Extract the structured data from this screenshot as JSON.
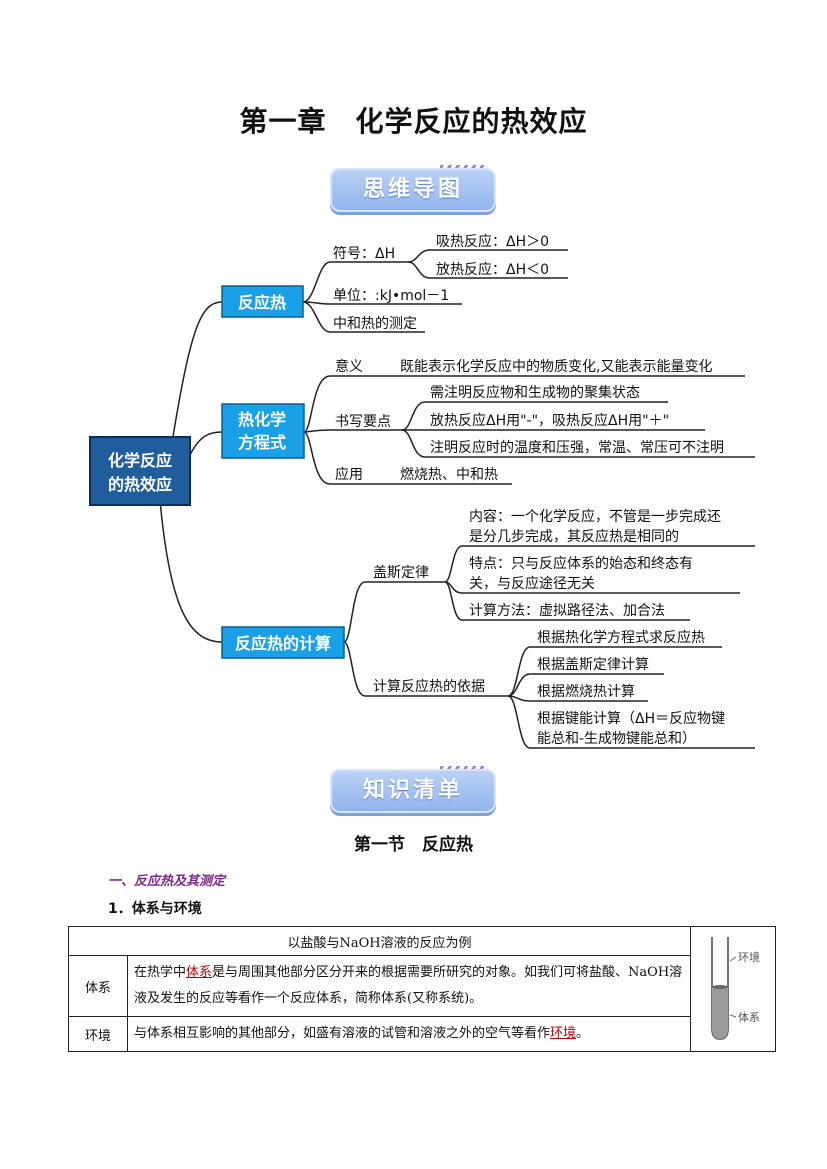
{
  "doc": {
    "title": "第一章　化学反应的热效应",
    "banner_mindmap": "思维导图",
    "banner_knowledge": "知识清单",
    "section_heading": "第一节　反应热",
    "sub_heading": "一、反应热及其测定",
    "item_heading": "1．体系与环境"
  },
  "mindmap": {
    "root": "化学反应的热效应",
    "b1": {
      "label": "反应热",
      "symbol": "符号：ΔH",
      "endo": "吸热反应：ΔH＞0",
      "exo": "放热反应：ΔH＜0",
      "unit": "单位：:kJ•mol－1",
      "measure": "中和热的测定"
    },
    "b2": {
      "label": "热化学方程式",
      "meaning_k": "意义",
      "meaning_v": "既能表示化学反应中的物质变化,又能表示能量变化",
      "writing_k": "书写要点",
      "w1": "需注明反应物和生成物的聚集状态",
      "w2": "放热反应ΔH用\"-\"，吸热反应ΔH用\"＋\"",
      "w3": "注明反应时的温度和压强，常温、常压可不注明",
      "app_k": "应用",
      "app_v": "燃烧热、中和热"
    },
    "b3": {
      "label": "反应热的计算",
      "hess": "盖斯定律",
      "c1": "内容：一个化学反应，不管是一步完成还是分几步完成，其反应热是相同的",
      "c2": "特点：只与反应体系的始态和终态有关，与反应途径无关",
      "c3": "计算方法：虚拟路径法、加合法",
      "basis": "计算反应热的依据",
      "d1": "根据热化学方程式求反应热",
      "d2": "根据盖斯定律计算",
      "d3": "根据燃烧热计算",
      "d4": "根据键能计算（ΔH＝反应物键能总和-生成物键能总和）"
    }
  },
  "table": {
    "caption": "以盐酸与NaOH溶液的反应为例",
    "row1_label": "体系",
    "row1_pre": "在热学中",
    "row1_hl": "体系",
    "row1_post": "是与周围其他部分区分开来的根据需要所研究的对象。如我们可将盐酸、NaOH溶液及发生的反应等看作一个反应体系，简称体系(又称系统)。",
    "row2_label": "环境",
    "row2_pre": "与体系相互影响的其他部分，如盛有溶液的试管和溶液之外的空气等看作",
    "row2_hl": "环境",
    "row2_post": "。",
    "fig_env": "环境",
    "fig_sys": "体系"
  },
  "colors": {
    "node_fill": "#1aa0e6",
    "root_fill": "#1f5d9c",
    "line": "#222222",
    "highlight": "#c00000",
    "subheading": "#7b2a8a"
  }
}
